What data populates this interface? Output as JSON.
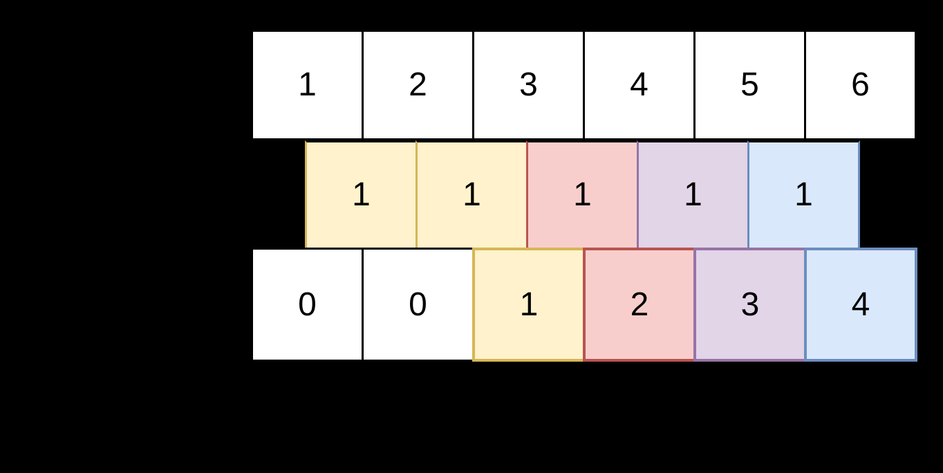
{
  "background": "#000000",
  "text_color": "#000000",
  "palette": {
    "white": {
      "fill": "#FFFFFF",
      "stroke": "#000000"
    },
    "yellow": {
      "fill": "#FFF2CC",
      "stroke": "#D6B656"
    },
    "red": {
      "fill": "#F8CECC",
      "stroke": "#B85450"
    },
    "purple": {
      "fill": "#E1D5E7",
      "stroke": "#9673A6"
    },
    "blue": {
      "fill": "#DAE8FC",
      "stroke": "#6C8EBF"
    }
  },
  "rows": [
    {
      "name": "top-row",
      "cells": [
        {
          "label": "1",
          "color": "white"
        },
        {
          "label": "2",
          "color": "white"
        },
        {
          "label": "3",
          "color": "white"
        },
        {
          "label": "4",
          "color": "white"
        },
        {
          "label": "5",
          "color": "white"
        },
        {
          "label": "6",
          "color": "white"
        }
      ]
    },
    {
      "name": "middle-row",
      "cells": [
        {
          "label": "1",
          "color": "yellow"
        },
        {
          "label": "1",
          "color": "yellow"
        },
        {
          "label": "1",
          "color": "red"
        },
        {
          "label": "1",
          "color": "purple"
        },
        {
          "label": "1",
          "color": "blue"
        }
      ]
    },
    {
      "name": "bottom-row",
      "cells": [
        {
          "label": "0",
          "color": "white"
        },
        {
          "label": "0",
          "color": "white"
        },
        {
          "label": "1",
          "color": "yellow"
        },
        {
          "label": "2",
          "color": "red"
        },
        {
          "label": "3",
          "color": "purple"
        },
        {
          "label": "4",
          "color": "blue"
        }
      ]
    }
  ]
}
